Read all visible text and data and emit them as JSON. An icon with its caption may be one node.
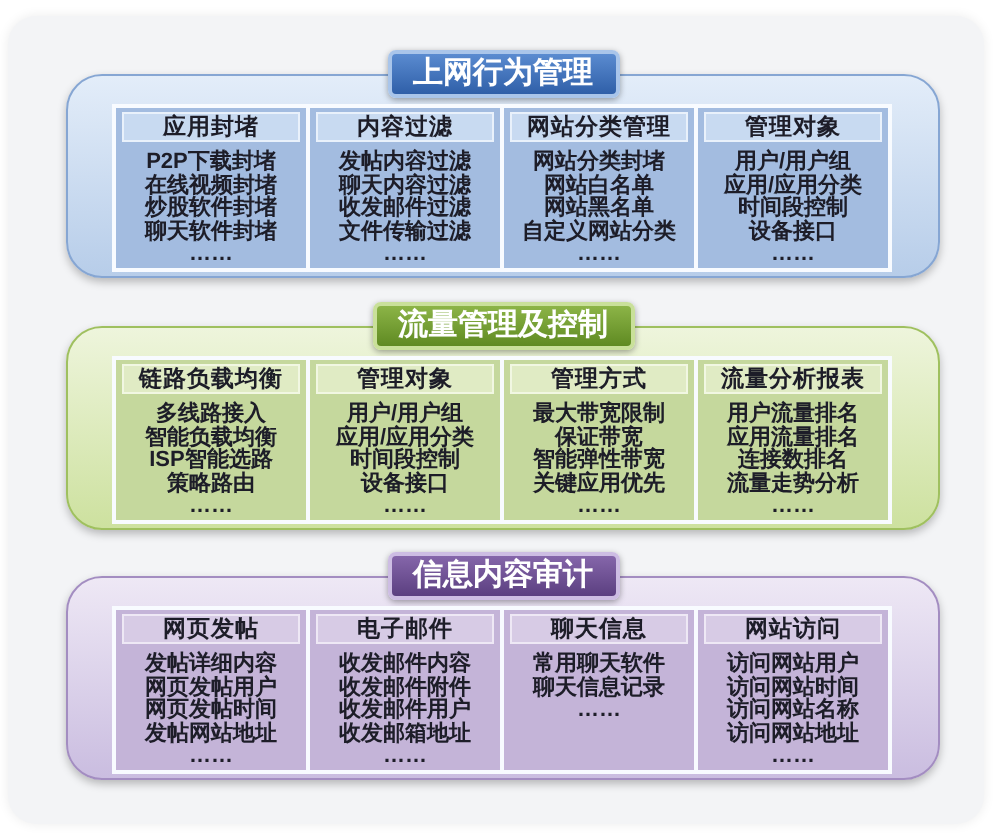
{
  "diagram": {
    "nodes": [
      {
        "text": [
          "上网行为管理"
        ]
      },
      {
        "text": [
          "应用封堵",
          "P2P下载封堵",
          "在线视频封堵",
          "炒股软件封堵",
          "聊天软件封堵",
          "……"
        ],
        "in": 0
      },
      {
        "text": [
          "内容过滤",
          "发帖内容过滤",
          "聊天内容过滤",
          "收发邮件过滤",
          "文件传输过滤",
          "……"
        ],
        "in": 0
      },
      {
        "text": [
          "网站分类管理",
          "网站分类封堵",
          "网站白名单",
          "网站黑名单",
          "自定义网站分类",
          "……"
        ],
        "in": 0
      },
      {
        "text": [
          "管理对象",
          "用户/用户组",
          "应用/应用分类",
          "时间段控制",
          "设备接口",
          "……"
        ],
        "in": 0
      },
      {
        "text": [
          "流量管理及控制"
        ]
      },
      {
        "text": [
          "链路负载均衡",
          "多线路接入",
          "智能负载均衡",
          "ISP智能选路",
          "策略路由",
          "……"
        ],
        "in": 5
      },
      {
        "text": [
          "管理对象",
          "用户/用户组",
          "应用/应用分类",
          "时间段控制",
          "设备接口",
          "……"
        ],
        "in": 5
      },
      {
        "text": [
          "管理方式",
          "最大带宽限制",
          "保证带宽",
          "智能弹性带宽",
          "关键应用优先",
          "……"
        ],
        "in": 5
      },
      {
        "text": [
          "流量分析报表",
          "用户流量排名",
          "应用流量排名",
          "连接数排名",
          "流量走势分析",
          "……"
        ],
        "in": 5
      },
      {
        "text": [
          "信息内容审计"
        ]
      },
      {
        "text": [
          "网页发帖",
          "发帖详细内容",
          "网页发帖用户",
          "网页发帖时间",
          "发帖网站地址",
          "……"
        ],
        "in": 10
      },
      {
        "text": [
          "电子邮件",
          "收发邮件内容",
          "收发邮件附件",
          "收发邮件用户",
          "收发邮箱地址",
          "……"
        ],
        "in": 10
      },
      {
        "text": [
          "聊天信息",
          "常用聊天软件",
          "聊天信息记录",
          "……"
        ],
        "in": 10
      },
      {
        "text": [
          "网站访问",
          "访问网站用户",
          "访问网站时间",
          "访问网站名称",
          "访问网站地址",
          "……"
        ],
        "in": 10
      }
    ]
  }
}
